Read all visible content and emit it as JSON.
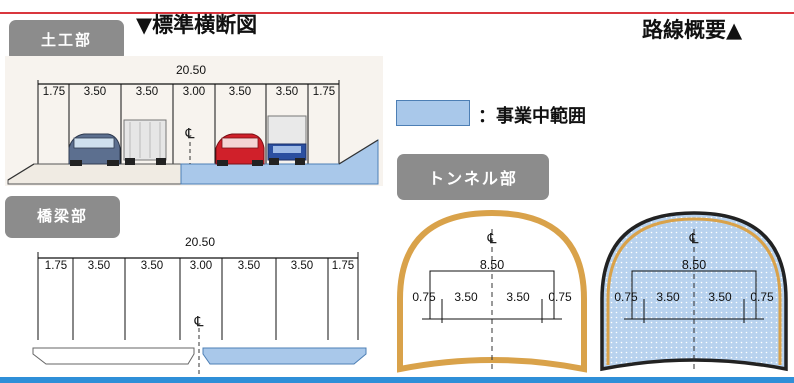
{
  "headings": {
    "cross_section": "▼標準横断図",
    "route_overview": "路線概要▲"
  },
  "tags": {
    "earthwork": "土工部",
    "bridge": "橋梁部",
    "tunnel": "トンネル部"
  },
  "legend": {
    "label": "：事業中範囲",
    "color": "#a9c8ea"
  },
  "earthwork": {
    "total_width": "20.50",
    "lanes": [
      "1.75",
      "3.50",
      "3.50",
      "3.00",
      "3.50",
      "3.50",
      "1.75"
    ]
  },
  "bridge": {
    "total_width": "20.50",
    "lanes": [
      "1.75",
      "3.50",
      "3.50",
      "3.00",
      "3.50",
      "3.50",
      "1.75"
    ]
  },
  "tunnel": {
    "width": "8.50",
    "lanes": [
      "0.75",
      "3.50",
      "3.50",
      "0.75"
    ]
  },
  "centerline_symbol": "℄",
  "colors": {
    "accent_red": "#d9363e",
    "accent_blue": "#2f8fd8",
    "tunnel_lining": "#d9a24a"
  }
}
